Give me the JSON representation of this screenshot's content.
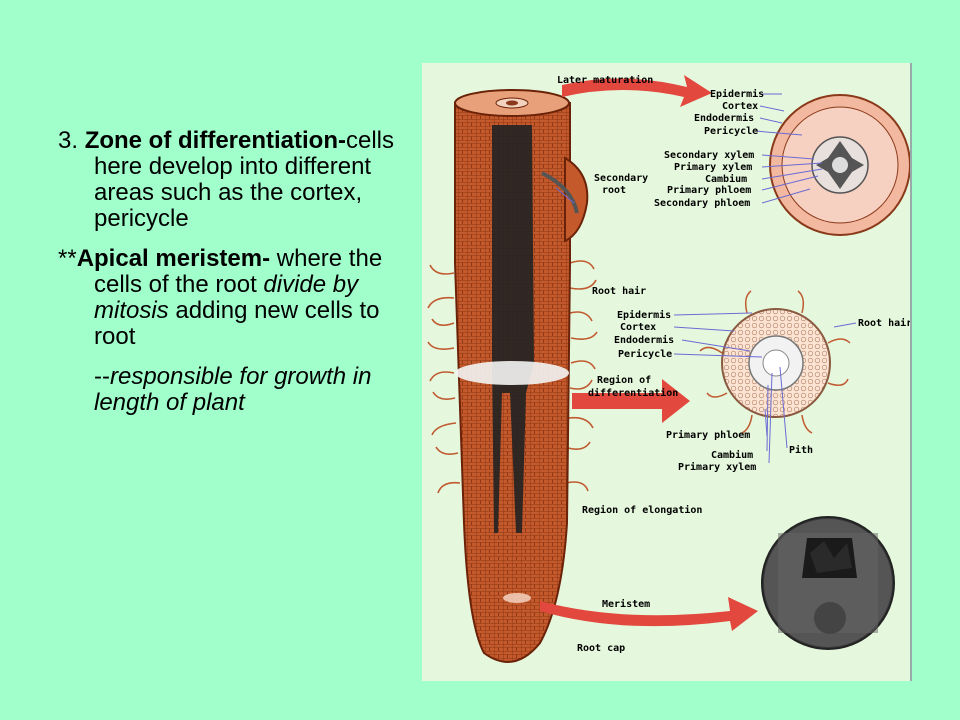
{
  "text": {
    "p1_num": "3. ",
    "p1_bold": "Zone of differentiation-",
    "p1_rest": "cells here develop into different areas such as the cortex, pericycle",
    "p2_prefix": "**",
    "p2_bold": "Apical meristem-",
    "p2_a": " where the cells of the root ",
    "p2_italic": "divide by mitosis",
    "p2_b": " adding new cells to root",
    "p3_dash": "--",
    "p3_italic": "responsible for growth in length of plant"
  },
  "diagram": {
    "labels": {
      "later_maturation": "Later maturation",
      "epidermis_1": "Epidermis",
      "cortex_1": "Cortex",
      "endodermis_1": "Endodermis",
      "pericycle_1": "Pericycle",
      "secondary_xylem": "Secondary xylem",
      "primary_xylem_1": "Primary xylem",
      "cambium_1": "Cambium",
      "primary_phloem_1": "Primary phloem",
      "secondary_phloem": "Secondary phloem",
      "secondary_root_1": "Secondary",
      "secondary_root_2": "root",
      "root_hair_1": "Root hair",
      "epidermis_2": "Epidermis",
      "cortex_2": "Cortex",
      "endodermis_2": "Endodermis",
      "pericycle_2": "Pericycle",
      "root_hair_2": "Root hair",
      "region_diff_1": "Region of",
      "region_diff_2": "differentiation",
      "primary_phloem_2": "Primary phloem",
      "pith": "Pith",
      "cambium_2": "Cambium",
      "primary_xylem_2": "Primary xylem",
      "region_elongation": "Region of elongation",
      "meristem": "Meristem",
      "root_cap": "Root cap"
    }
  }
}
